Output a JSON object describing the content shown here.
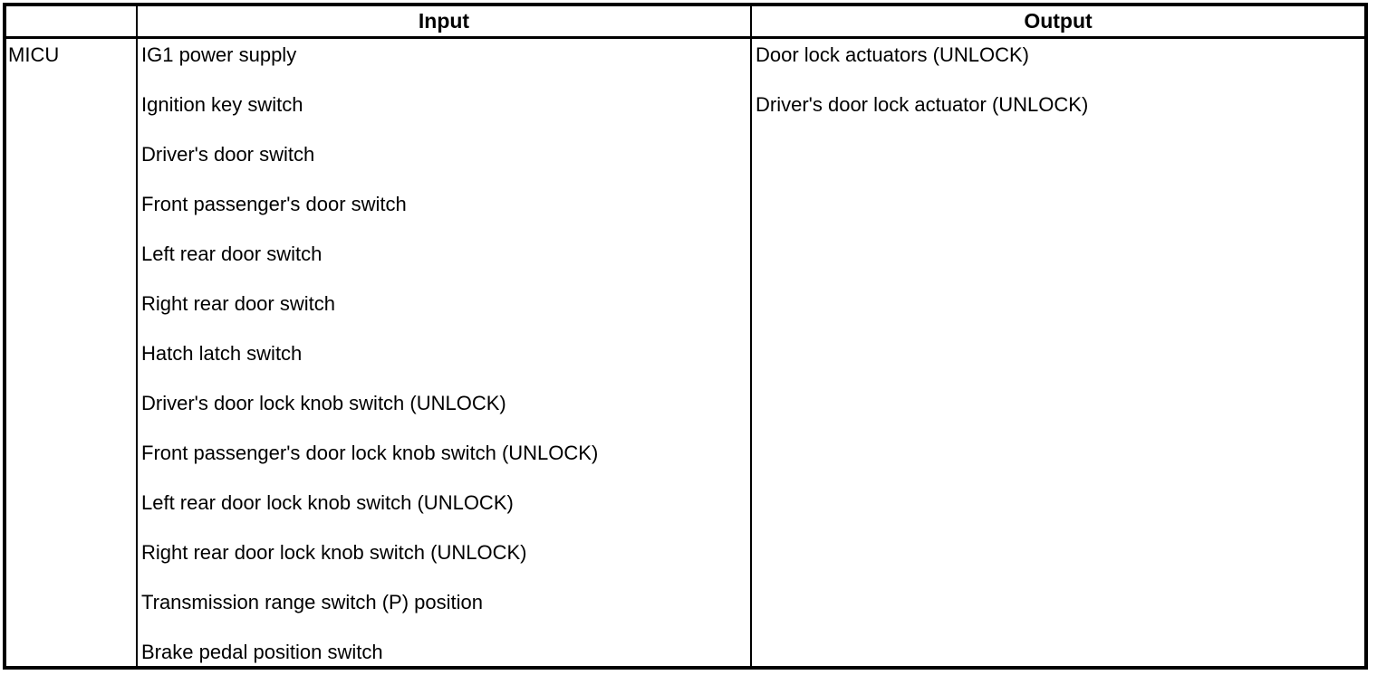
{
  "table": {
    "headers": {
      "input": "Input",
      "output": "Output"
    },
    "rows": [
      {
        "module": "MICU",
        "inputs": [
          "IG1 power supply",
          "Ignition key switch",
          "Driver's door switch",
          "Front passenger's door switch",
          "Left rear door switch",
          "Right rear door switch",
          "Hatch latch switch",
          "Driver's door lock knob switch (UNLOCK)",
          "Front passenger's door lock knob switch (UNLOCK)",
          "Left rear door lock knob switch (UNLOCK)",
          "Right rear door lock knob switch (UNLOCK)",
          "Transmission range switch (P) position",
          "Brake pedal position switch"
        ],
        "outputs": [
          "Door lock actuators (UNLOCK)",
          "Driver's door lock actuator (UNLOCK)"
        ]
      }
    ],
    "colors": {
      "border": "#000000",
      "background": "#ffffff",
      "text": "#000000"
    }
  }
}
